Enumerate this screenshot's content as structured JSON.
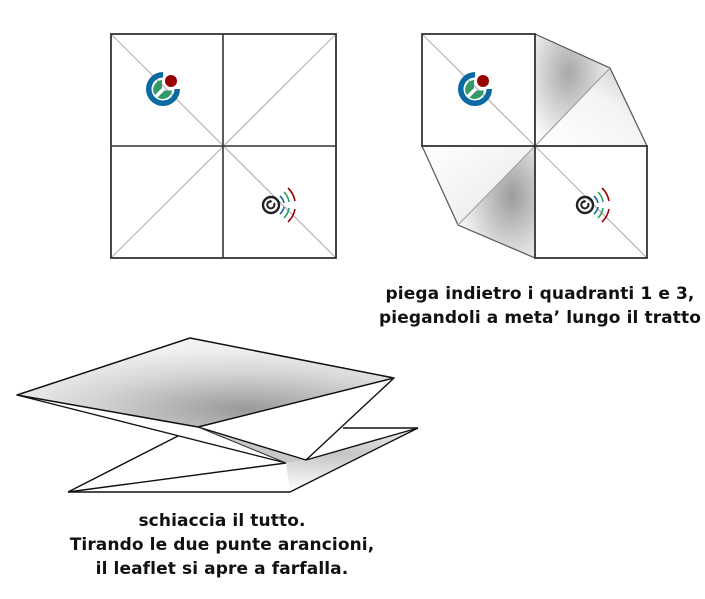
{
  "figures": [
    {
      "id": "step-flat-square",
      "description": "Square sheet divided into 4 quadrants with diagonal fold lines",
      "logos": [
        "wikimedia-community-logo",
        "wikimedia-sound-logo"
      ]
    },
    {
      "id": "step-fold-quadrants",
      "description": "Quadrants 1 and 3 folded back halfway along the diagonal",
      "logos": [
        "wikimedia-community-logo",
        "wikimedia-sound-logo"
      ]
    },
    {
      "id": "step-flattened",
      "description": "Flattened folded leaflet in perspective"
    }
  ],
  "captions": {
    "step2": {
      "line1": "piega indietro i quadranti 1 e 3,",
      "line2": "piegandoli a meta’ lungo il tratto"
    },
    "step3": {
      "line1": "schiaccia il tutto.",
      "line2": "Tirando le due punte arancioni,",
      "line3": "il leaflet si apre a farfalla."
    }
  },
  "colors": {
    "outline": "#222222",
    "crease": "#b5b5b5",
    "logo_blue": "#0b6aa2",
    "logo_green": "#339966",
    "logo_red": "#990000",
    "shade_dark": "#9a9a9a",
    "shade_light": "#ffffff"
  }
}
